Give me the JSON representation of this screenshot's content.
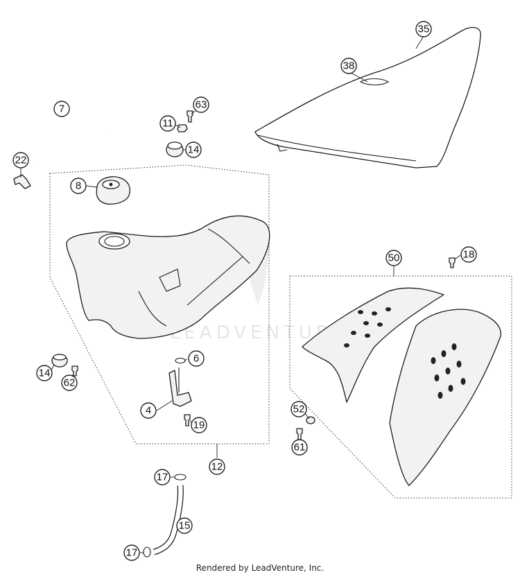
{
  "diagram": {
    "callouts": {
      "c35": "35",
      "c38": "38",
      "c7": "7",
      "c63": "63",
      "c11": "11",
      "c14a": "14",
      "c22": "22",
      "c8": "8",
      "c50": "50",
      "c18": "18",
      "c6": "6",
      "c14b": "14",
      "c62": "62",
      "c4": "4",
      "c19": "19",
      "c52": "52",
      "c61": "61",
      "c12": "12",
      "c17a": "17",
      "c15": "15",
      "c17b": "17"
    },
    "watermark": "LEADVENTURE"
  },
  "footer": {
    "credit": "Rendered by LeadVenture, Inc."
  }
}
